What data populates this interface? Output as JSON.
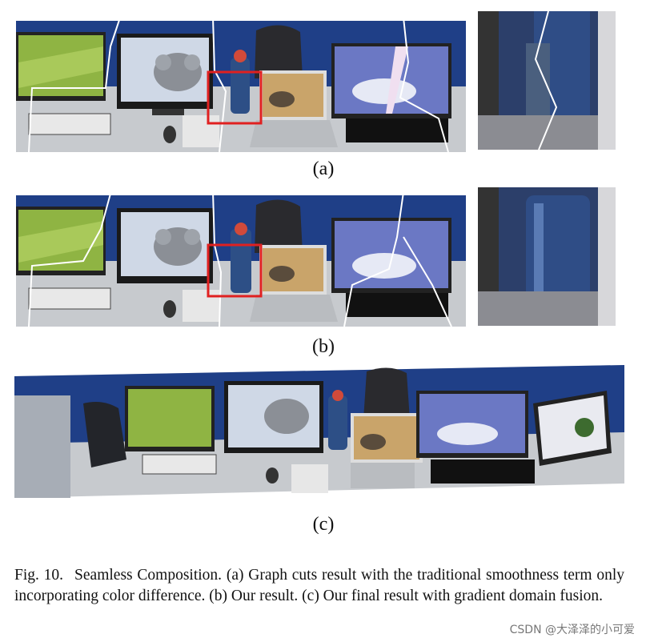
{
  "figure": {
    "label_a": "(a)",
    "label_b": "(b)",
    "label_c": "(c)",
    "caption_fig": "Fig. 10.",
    "caption_text": "Seamless Composition. (a) Graph cuts result with the traditional smoothness term only incorporating color difference. (b) Our result. (c) Our final result with gradient domain fusion.",
    "watermark": "CSDN @大泽泽的小可爱"
  },
  "colors": {
    "wall": "#1f3f87",
    "desk": "#c9ccd0",
    "seam": "#ffffff",
    "highlight_box": "#e02020"
  }
}
